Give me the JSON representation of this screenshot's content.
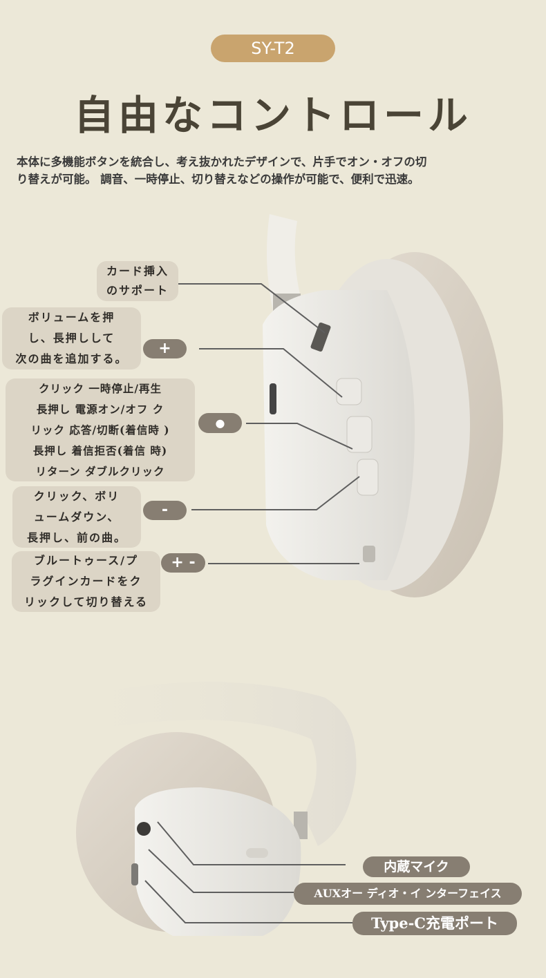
{
  "badge": "SY-T2",
  "title": "自由なコントロール",
  "description": [
    "本体に多機能ボタンを統合し、考え抜かれたデザインで、片手でオン・オフの切",
    "り替えが可能。 調音、一時停止、切り替えなどの操作が可能で、便利で迅速。"
  ],
  "callouts": [
    {
      "lines": [
        "カード挿入",
        "のサポート"
      ]
    },
    {
      "lines": [
        "ボリュームを押",
        "し、長押しして",
        "次の曲を追加する。"
      ],
      "button": "+"
    },
    {
      "lines": [
        "クリック 一時停止/再生",
        "長押し 電源オン/オフ ク",
        "リック 応答/切断(着信時 )",
        "長押し 着信拒否(着信 時)",
        "リターン ダブルクリック"
      ],
      "button": "●"
    },
    {
      "lines": [
        "クリック、ボリ",
        "ュームダウン、",
        "長押し、前の曲。"
      ],
      "button": "-"
    },
    {
      "lines": [
        "ブルートゥース/プ",
        "ラグインカードをク",
        "リックして切り替える"
      ],
      "button": "+ -"
    }
  ],
  "ports": [
    "内蔵マイク",
    "AUXオー ディオ・イ ンターフェイス",
    "Type-C充電ポート"
  ]
}
